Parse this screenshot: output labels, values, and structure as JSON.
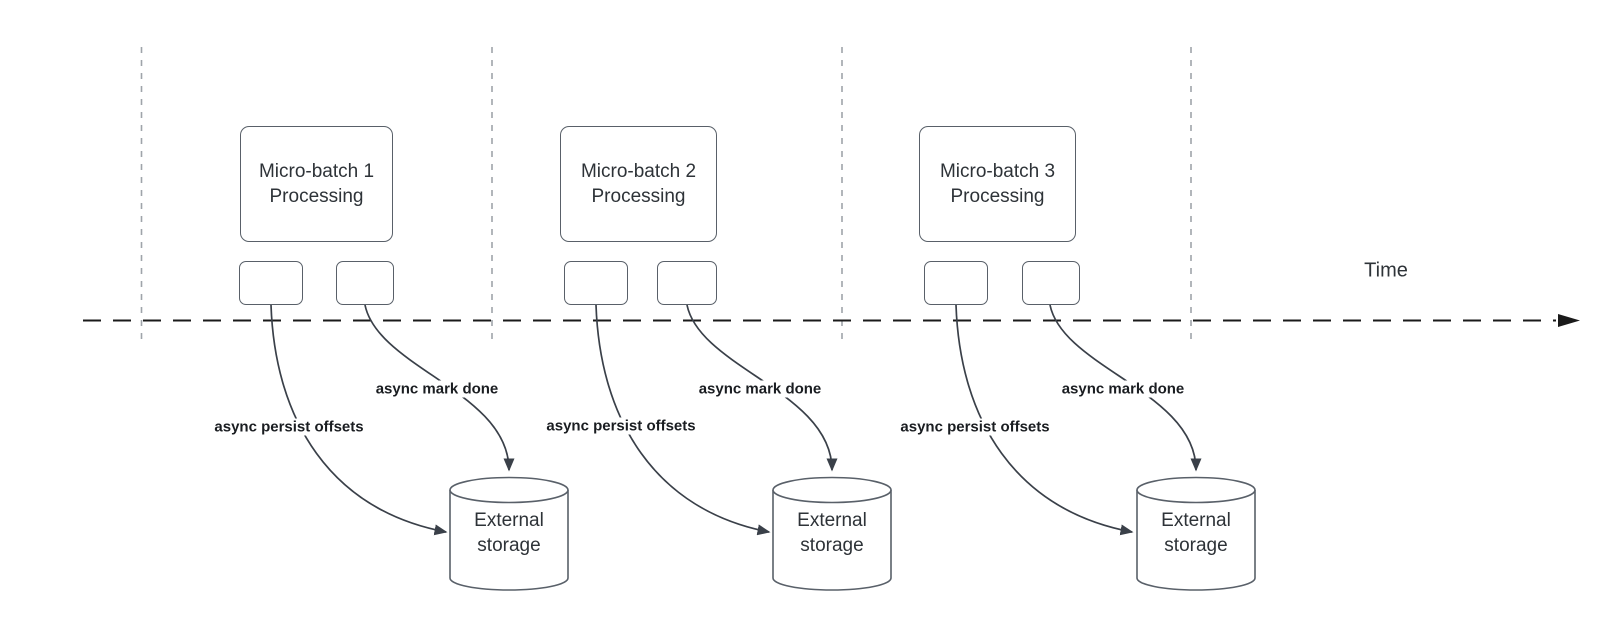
{
  "colors": {
    "background": "#ffffff",
    "shape_stroke": "#596069",
    "text": "#2e3338",
    "bold_label": "#1a1d21",
    "timeline": "#1a1a1a",
    "guide": "#9fa4aa",
    "arrow": "#3a4049"
  },
  "time_label": "Time",
  "sections": [
    {
      "batch_line1": "Micro-batch 1",
      "batch_line2": "Processing",
      "persist_label": "async persist offsets",
      "mark_done_label": "async mark done",
      "storage_line1": "External",
      "storage_line2": "storage"
    },
    {
      "batch_line1": "Micro-batch 2",
      "batch_line2": "Processing",
      "persist_label": "async persist offsets",
      "mark_done_label": "async mark done",
      "storage_line1": "External",
      "storage_line2": "storage"
    },
    {
      "batch_line1": "Micro-batch 3",
      "batch_line2": "Processing",
      "persist_label": "async persist offsets",
      "mark_done_label": "async mark done",
      "storage_line1": "External",
      "storage_line2": "storage"
    }
  ]
}
